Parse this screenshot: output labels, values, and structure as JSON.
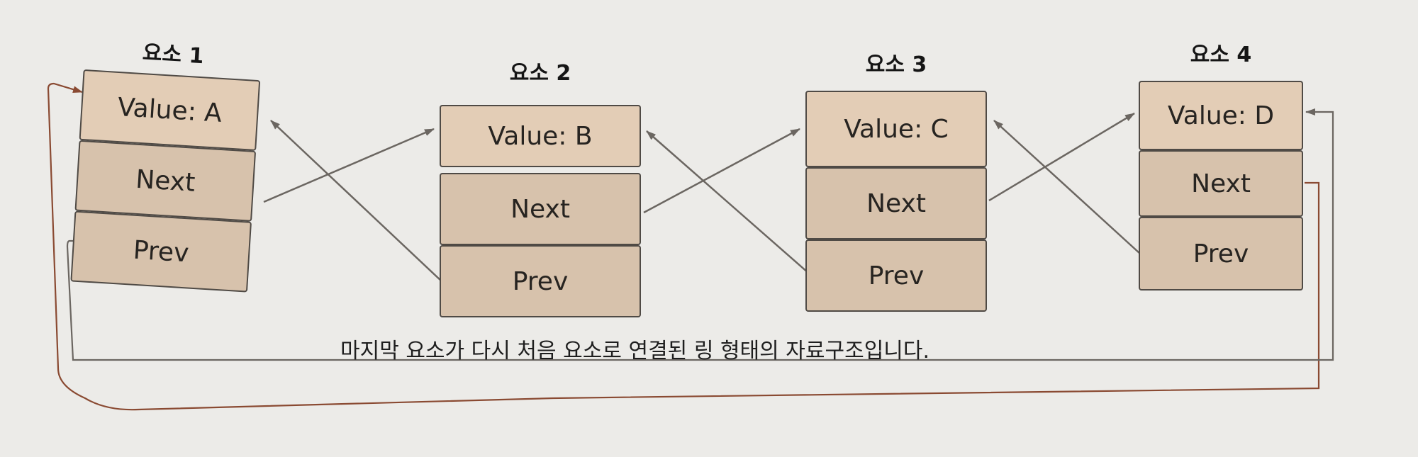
{
  "nodes": [
    {
      "title": "요소 1",
      "value": "Value: A",
      "next": "Next",
      "prev": "Prev"
    },
    {
      "title": "요소 2",
      "value": "Value: B",
      "next": "Next",
      "prev": "Prev"
    },
    {
      "title": "요소 3",
      "value": "Value: C",
      "next": "Next",
      "prev": "Prev"
    },
    {
      "title": "요소 4",
      "value": "Value: D",
      "next": "Next",
      "prev": "Prev"
    }
  ],
  "caption": "마지막 요소가  다시 처음 요소로 연결된 링 형태의 자료구조입니다.",
  "colors": {
    "background": "#ecebe8",
    "value_cell": "#e3cdb6",
    "link_cell": "#d7c2ac",
    "border": "#4f4a45",
    "arrow": "#6b6661",
    "wrap_arrow": "#8a4a32"
  }
}
